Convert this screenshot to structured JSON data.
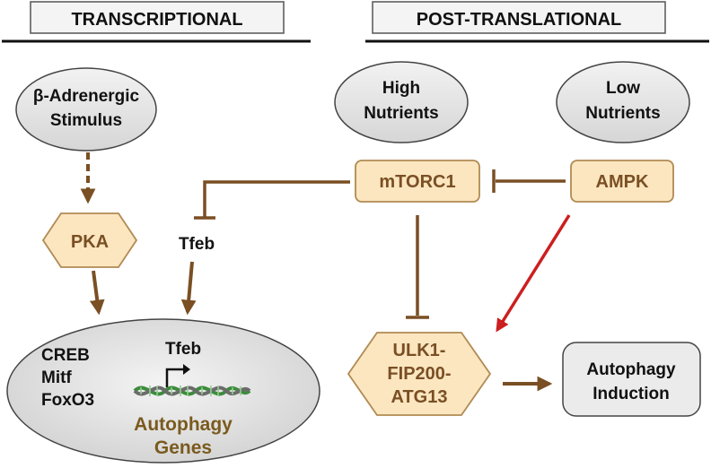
{
  "headers": {
    "transcriptional": "TRANSCRIPTIONAL",
    "post_translational": "POST-TRANSLATIONAL"
  },
  "nodes": {
    "beta_stimulus": {
      "line1": "β-Adrenergic",
      "line2": "Stimulus"
    },
    "high_nutrients": {
      "line1": "High",
      "line2": "Nutrients"
    },
    "low_nutrients": {
      "line1": "Low",
      "line2": "Nutrients"
    },
    "mtorc1": "mTORC1",
    "ampk": "AMPK",
    "pka": "PKA",
    "tfeb": "Tfeb",
    "ulk1": {
      "line1": "ULK1-",
      "line2": "FIP200-",
      "line3": "ATG13"
    },
    "autophagy_induction": {
      "line1": "Autophagy",
      "line2": "Induction"
    },
    "nucleus": {
      "factors": [
        "CREB",
        "Mitf",
        "FoxO3"
      ],
      "gene_label": "Tfeb",
      "title_line1": "Autophagy",
      "title_line2": "Genes"
    }
  },
  "colors": {
    "arrow_brown": "#7a4f24",
    "activation_red": "#cc1f1f",
    "box_fill": "#fbe6c0",
    "box_stroke": "#b08a52",
    "ellipse_fill": "#e6e6e6",
    "genes_text": "#7a5a1e"
  }
}
